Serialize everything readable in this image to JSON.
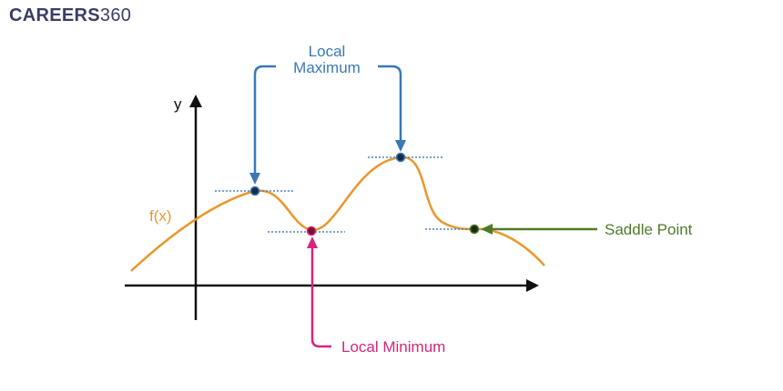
{
  "logo": {
    "part1": "CAREERS",
    "part2": "360"
  },
  "axes": {
    "y_label": "y"
  },
  "curve": {
    "label": "f(x)"
  },
  "annotations": {
    "local_maximum_line1": "Local",
    "local_maximum_line2": "Maximum",
    "local_minimum": "Local Minimum",
    "saddle_point": "Saddle Point"
  },
  "colors": {
    "curve": "#e8982c",
    "maximum": "#3a78b8",
    "minimum": "#d6257c",
    "saddle": "#4f7a28",
    "tangent": "#4a84c4",
    "axis": "#111111",
    "logo": "#3a3d68"
  }
}
